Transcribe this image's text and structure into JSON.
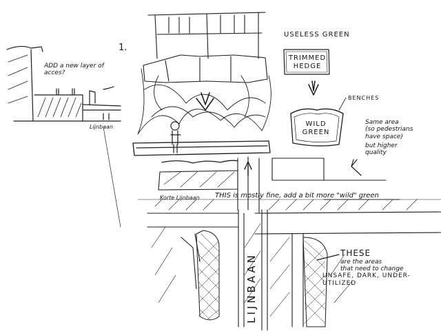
{
  "sketch": {
    "page_number": "1.",
    "section_sketch": {
      "question": "ADD a new layer of acces?",
      "street_label": "Lijnbaan"
    },
    "proposal": {
      "before_label": "USELESS GREEN",
      "before_box": "TRIMMED HEDGE",
      "after_box": "WILD GREEN",
      "benches_label": "BENCHES",
      "side_note": [
        "Same area",
        "(so pedestrians",
        "have space)",
        "but higher quality"
      ]
    },
    "plan": {
      "street_left": "Korte Lijnbaan",
      "comment": "THIS is mostly fine, add a bit more \"wild\" green",
      "main_street": "LIJNBAAN",
      "callout_title": "THESE",
      "callout_lines": [
        "are the areas",
        "that need to change",
        "UNSAFE, DARK, UNDER-",
        "UTILIZED"
      ]
    }
  }
}
